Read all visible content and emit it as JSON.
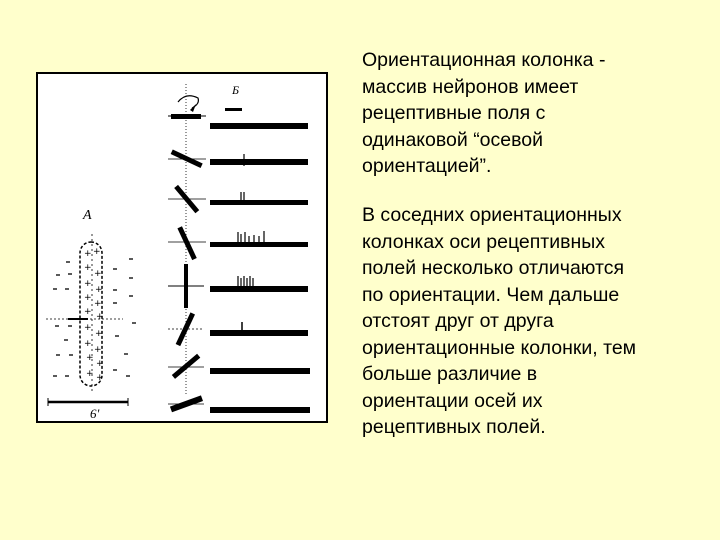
{
  "slide": {
    "background_color": "#FFFFCC",
    "figure": {
      "panel_a_label": "A",
      "panel_b_label": "Б",
      "scale_label": "6'",
      "orientations_deg": [
        0,
        25,
        50,
        65,
        90,
        -65,
        -40,
        -20
      ],
      "spike_counts": [
        0,
        1,
        2,
        7,
        6,
        1,
        0,
        0
      ]
    },
    "paragraphs": [
      {
        "lines": [
          "Ориентационная колонка -",
          "массив нейронов имеет",
          "рецептивные поля с",
          "одинаковой “осевой",
          "ориентацией”."
        ]
      },
      {
        "lines": [
          "В соседних ориентационных",
          "колонках оси рецептивных",
          "полей несколько отличаются",
          "по ориентации. Чем дальше",
          "отстоят друг от друга",
          "ориентационные колонки, тем",
          "больше различие в",
          "ориентации осей их",
          "рецептивных полей."
        ]
      }
    ]
  }
}
